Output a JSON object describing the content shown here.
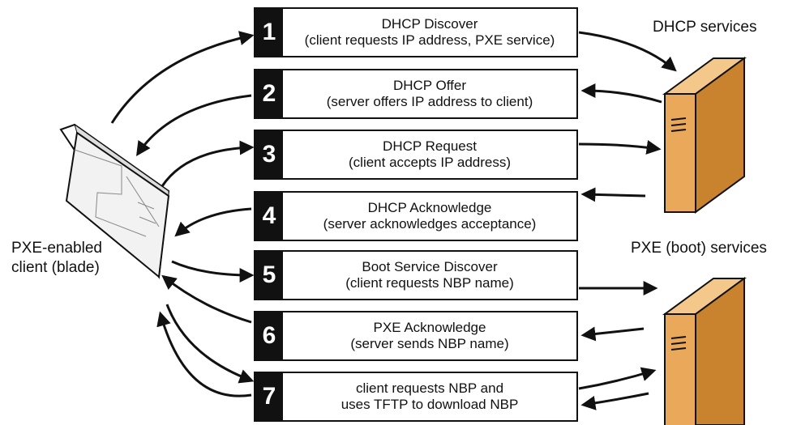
{
  "labels": {
    "client": [
      "PXE-enabled",
      "client (blade)"
    ],
    "dhcp_services": "DHCP services",
    "pxe_services": "PXE (boot) services"
  },
  "steps": [
    {
      "num": "1",
      "line1": "DHCP Discover",
      "line2": "(client requests IP address, PXE service)"
    },
    {
      "num": "2",
      "line1": "DHCP Offer",
      "line2": "(server offers IP address to client)"
    },
    {
      "num": "3",
      "line1": "DHCP Request",
      "line2": "(client accepts IP address)"
    },
    {
      "num": "4",
      "line1": "DHCP Acknowledge",
      "line2": "(server acknowledges acceptance)"
    },
    {
      "num": "5",
      "line1": "Boot Service Discover",
      "line2": "(client requests NBP name)"
    },
    {
      "num": "6",
      "line1": "PXE Acknowledge",
      "line2": "(server sends NBP name)"
    },
    {
      "num": "7",
      "line1": "client requests NBP and",
      "line2": "uses TFTP to download NBP"
    }
  ],
  "colors": {
    "server_front": "#E9A85A",
    "server_side": "#C9822E",
    "server_top": "#F3C88A",
    "outline": "#111111",
    "blade": "#F2F2F2"
  }
}
